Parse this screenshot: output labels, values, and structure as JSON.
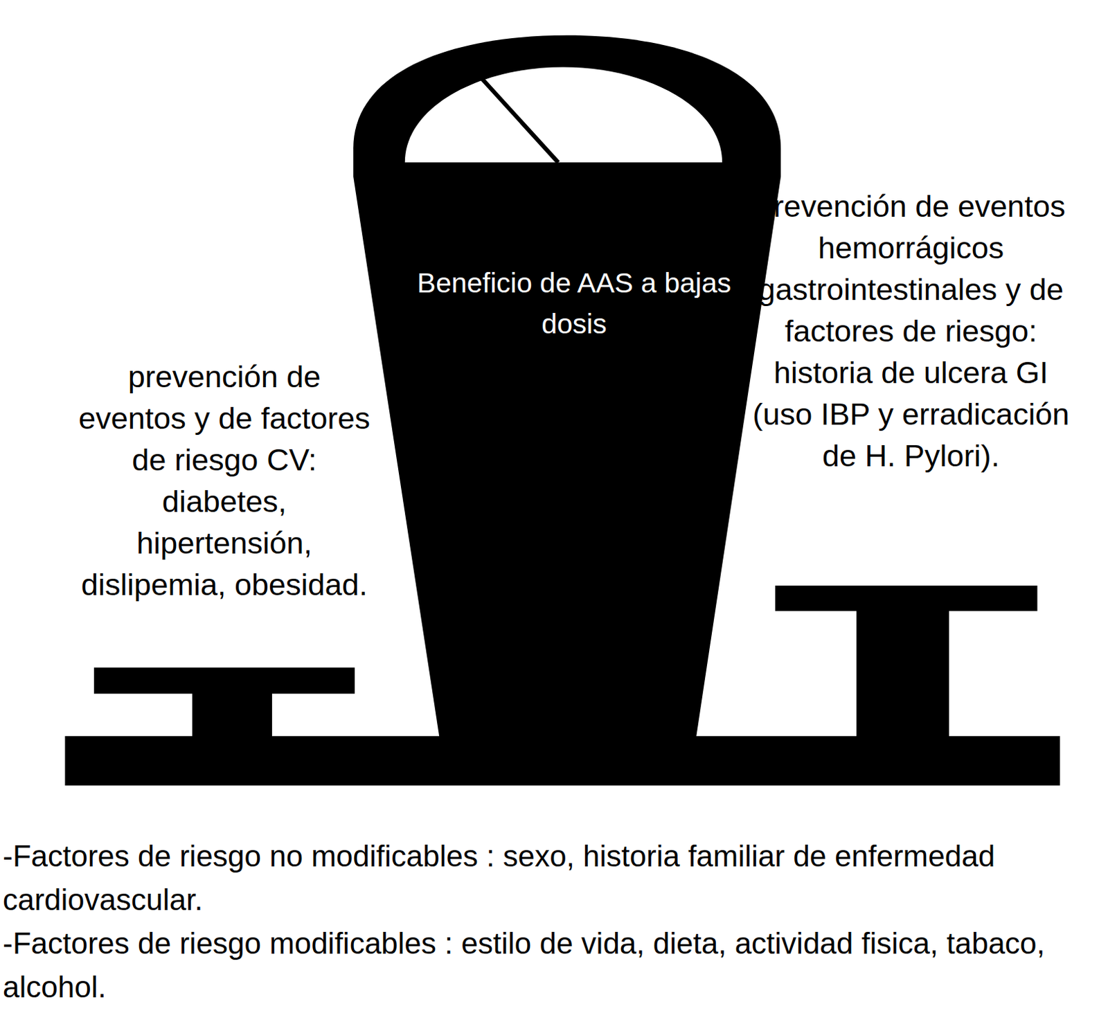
{
  "diagram": {
    "nodes": [
      {
        "text": [
          "Beneficio de AAS a bajas dosis"
        ]
      }
    ],
    "edges": [],
    "labels": [
      "prevención de eventos y de factores de riesgo CV: diabetes, hipertensión, dislipemia, obesidad.",
      "prevención de eventos hemorrágicos gastrointestinales y de factores de riesgo: historia de ulcera GI (uso IBP y erradicación de H. Pylori).",
      "-Factores de riesgo no modificables : sexo, historia familiar de enfermedad cardiovascular.",
      "-Factores de riesgo modificables : estilo de vida, dieta, actividad fisica, tabaco, alcohol."
    ]
  }
}
